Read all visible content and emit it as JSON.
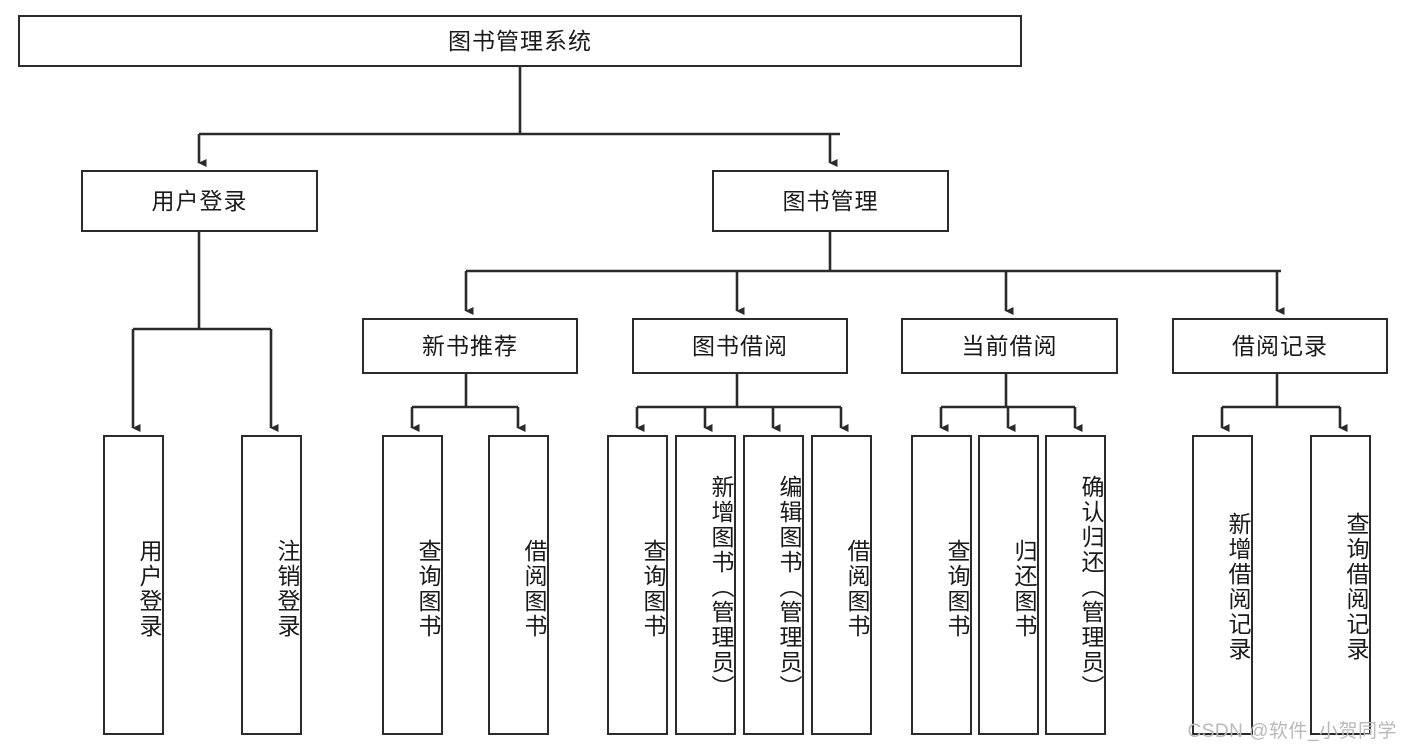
{
  "diagram": {
    "title": "图书管理系统",
    "type": "tree",
    "root": {
      "id": "root",
      "label": "图书管理系统",
      "orientation": "horizontal"
    },
    "level2": [
      {
        "id": "user-login",
        "label": "用户登录",
        "orientation": "horizontal"
      },
      {
        "id": "book-manage",
        "label": "图书管理",
        "orientation": "horizontal"
      }
    ],
    "level3": [
      {
        "id": "new-book-recommend",
        "label": "新书推荐",
        "orientation": "horizontal"
      },
      {
        "id": "book-borrow",
        "label": "图书借阅",
        "orientation": "horizontal"
      },
      {
        "id": "current-borrow",
        "label": "当前借阅",
        "orientation": "horizontal"
      },
      {
        "id": "borrow-record",
        "label": "借阅记录",
        "orientation": "horizontal"
      }
    ],
    "leaves": [
      {
        "id": "leaf-user-login",
        "label": "用户登录",
        "parent": "user-login",
        "orientation": "vertical"
      },
      {
        "id": "leaf-logout",
        "label": "注销登录",
        "parent": "user-login",
        "orientation": "vertical"
      },
      {
        "id": "leaf-query-book-1",
        "label": "查询图书",
        "parent": "new-book-recommend",
        "orientation": "vertical"
      },
      {
        "id": "leaf-borrow-book-1",
        "label": "借阅图书",
        "parent": "new-book-recommend",
        "orientation": "vertical"
      },
      {
        "id": "leaf-query-book-2",
        "label": "查询图书",
        "parent": "book-borrow",
        "orientation": "vertical"
      },
      {
        "id": "leaf-add-book",
        "label": "新增图书（管理员）",
        "parent": "book-borrow",
        "orientation": "vertical"
      },
      {
        "id": "leaf-edit-book",
        "label": "编辑图书（管理员）",
        "parent": "book-borrow",
        "orientation": "vertical"
      },
      {
        "id": "leaf-borrow-book-2",
        "label": "借阅图书",
        "parent": "book-borrow",
        "orientation": "vertical"
      },
      {
        "id": "leaf-query-book-3",
        "label": "查询图书",
        "parent": "current-borrow",
        "orientation": "vertical"
      },
      {
        "id": "leaf-return-book",
        "label": "归还图书",
        "parent": "current-borrow",
        "orientation": "vertical"
      },
      {
        "id": "leaf-confirm-return",
        "label": "确认归还（管理员）",
        "parent": "current-borrow",
        "orientation": "vertical"
      },
      {
        "id": "leaf-add-record",
        "label": "新增借阅记录",
        "parent": "borrow-record",
        "orientation": "vertical"
      },
      {
        "id": "leaf-query-record",
        "label": "查询借阅记录",
        "parent": "borrow-record",
        "orientation": "vertical"
      }
    ],
    "colors": {
      "stroke": "#2b2b2b",
      "fill": "#ffffff",
      "text": "#1a1a1a",
      "watermark": "#b9b9b9"
    }
  },
  "watermark": {
    "text": "CSDN @软件_小贺同学"
  }
}
